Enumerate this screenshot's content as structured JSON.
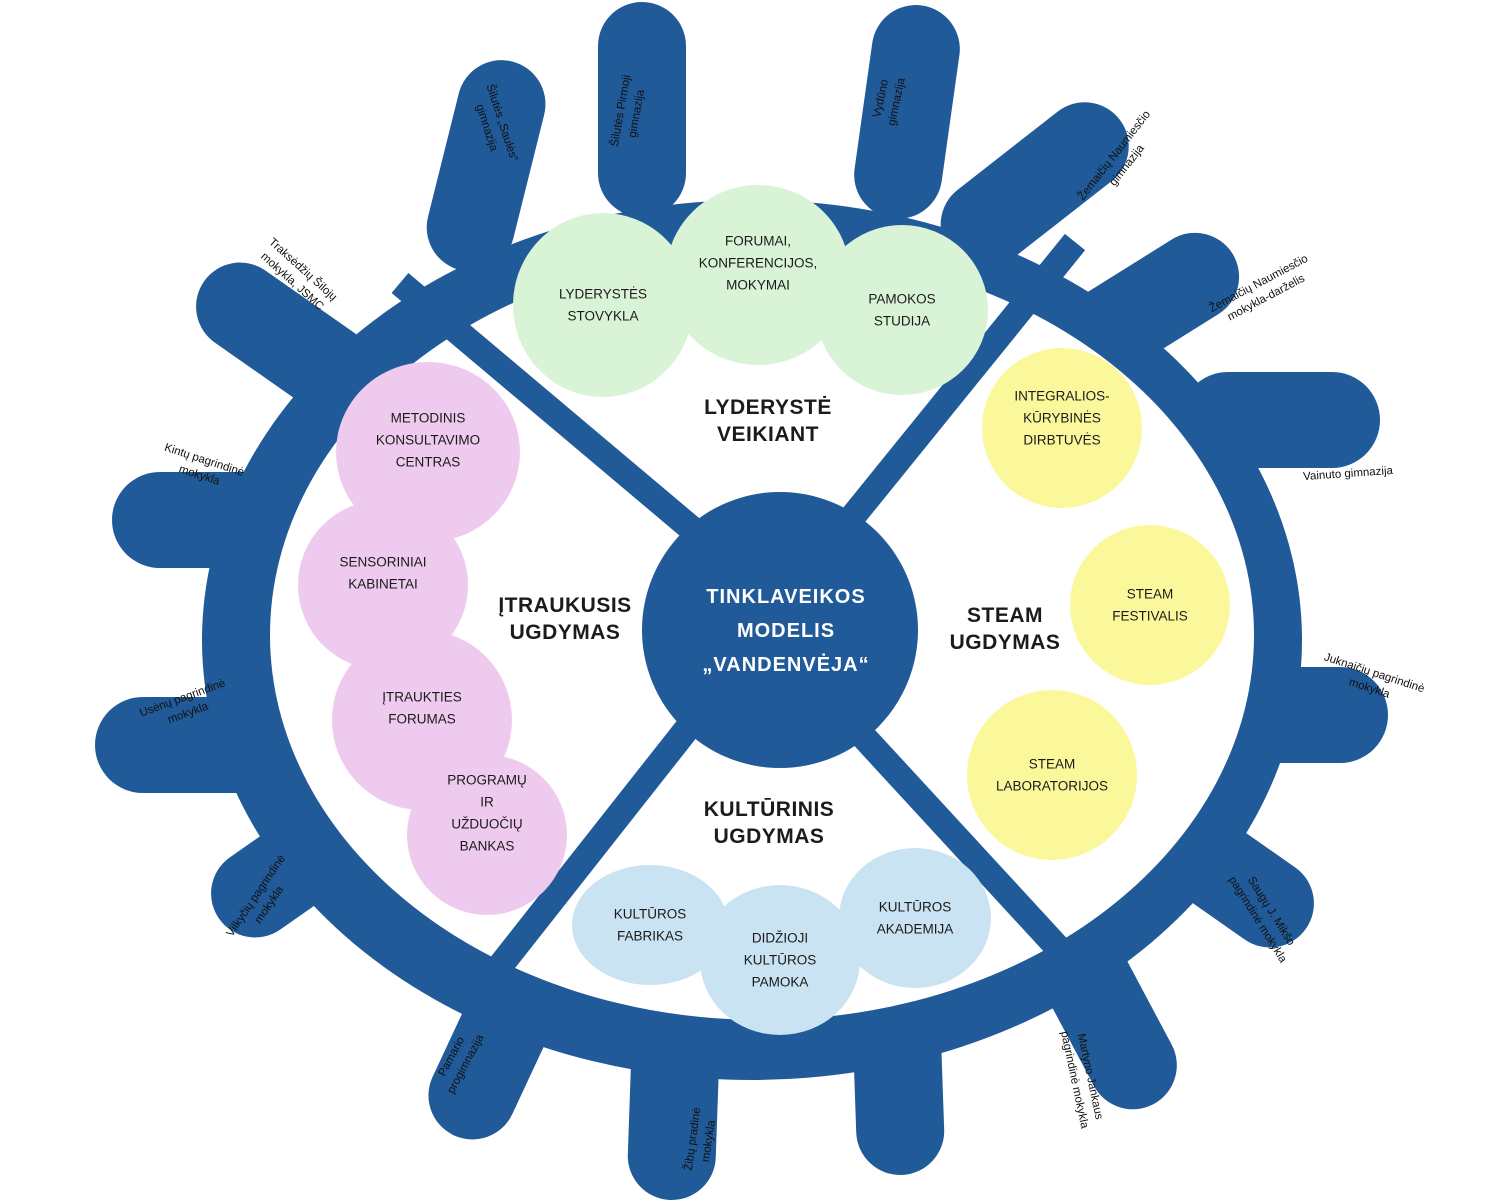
{
  "center": {
    "lines": [
      "TINKLAVEIKOS",
      "MODELIS",
      "„VANDENVĖJA“"
    ]
  },
  "sections": [
    {
      "id": "leadership",
      "lines": [
        "LYDERYSTĖ",
        "VEIKIANT"
      ]
    },
    {
      "id": "inclusive",
      "lines": [
        "ĮTRAUKUSIS",
        "UGDYMAS"
      ]
    },
    {
      "id": "steam",
      "lines": [
        "STEAM",
        "UGDYMAS"
      ]
    },
    {
      "id": "cultural",
      "lines": [
        "KULTŪRINIS",
        "UGDYMAS"
      ]
    }
  ],
  "bubbles": [
    {
      "group": "leadership",
      "lines": [
        "LYDERYSTĖS",
        "STOVYKLA"
      ]
    },
    {
      "group": "leadership",
      "lines": [
        "FORUMAI,",
        "KONFERENCIJOS,",
        "MOKYMAI"
      ]
    },
    {
      "group": "leadership",
      "lines": [
        "PAMOKOS",
        "STUDIJA"
      ]
    },
    {
      "group": "inclusive",
      "lines": [
        "METODINIS",
        "KONSULTAVIMO",
        "CENTRAS"
      ]
    },
    {
      "group": "inclusive",
      "lines": [
        "SENSORINIAI",
        "KABINETAI"
      ]
    },
    {
      "group": "inclusive",
      "lines": [
        "ĮTRAUKTIES",
        "FORUMAS"
      ]
    },
    {
      "group": "inclusive",
      "lines": [
        "PROGRAMŲ",
        "IR",
        "UŽDUOČIŲ",
        "BANKAS"
      ]
    },
    {
      "group": "steam",
      "lines": [
        "INTEGRALIOS-",
        "KŪRYBINĖS",
        "DIRBTUVĖS"
      ]
    },
    {
      "group": "steam",
      "lines": [
        "STEAM",
        "FESTIVALIS"
      ]
    },
    {
      "group": "steam",
      "lines": [
        "STEAM",
        "LABORATORIJOS"
      ]
    },
    {
      "group": "cultural",
      "lines": [
        "KULTŪROS",
        "FABRIKAS"
      ]
    },
    {
      "group": "cultural",
      "lines": [
        "DIDŽIOJI",
        "KULTŪROS",
        "PAMOKA"
      ]
    },
    {
      "group": "cultural",
      "lines": [
        "KULTŪROS",
        "AKADEMIJA"
      ]
    }
  ],
  "schools": [
    {
      "lines": [
        "Šilutės Pirmoji",
        "gimnazija"
      ]
    },
    {
      "lines": [
        "Vydūno",
        "gimnazija"
      ]
    },
    {
      "lines": [
        "Žemaičių Naumiesčio",
        "gimnazija"
      ]
    },
    {
      "lines": [
        "Žemaičių Naumiesčio",
        "mokykla-darželis"
      ]
    },
    {
      "lines": [
        "Vainuto gimnazija"
      ]
    },
    {
      "lines": [
        "Juknaičių pagrindinė",
        "mokykla"
      ]
    },
    {
      "lines": [
        "Saugų J. Mikšo",
        "pagrindinė mokykla"
      ]
    },
    {
      "lines": [
        "Martyno Jankaus",
        "pagrindinė mokykla"
      ]
    },
    {
      "lines": [
        "Žibų pradinė",
        "mokykla"
      ]
    },
    {
      "lines": [
        "Pamario",
        "progimnazija"
      ]
    },
    {
      "lines": [
        "Vilkyčių pagrindinė",
        "mokykla"
      ]
    },
    {
      "lines": [
        "Usėnų pagrindinė",
        "mokykla"
      ]
    },
    {
      "lines": [
        "Kintų pagrindinė",
        "mokykla"
      ]
    },
    {
      "lines": [
        "Traksėdžių Šilojų",
        "mokykla, JSMC"
      ]
    },
    {
      "lines": [
        "Šilutės „Saulės“",
        "gimnazija"
      ]
    }
  ],
  "colors": {
    "navy": "#215a98",
    "leadership": "#d9f3d6",
    "inclusive": "#eecbee",
    "steam": "#fbf89b",
    "cultural": "#c9e3f2"
  }
}
